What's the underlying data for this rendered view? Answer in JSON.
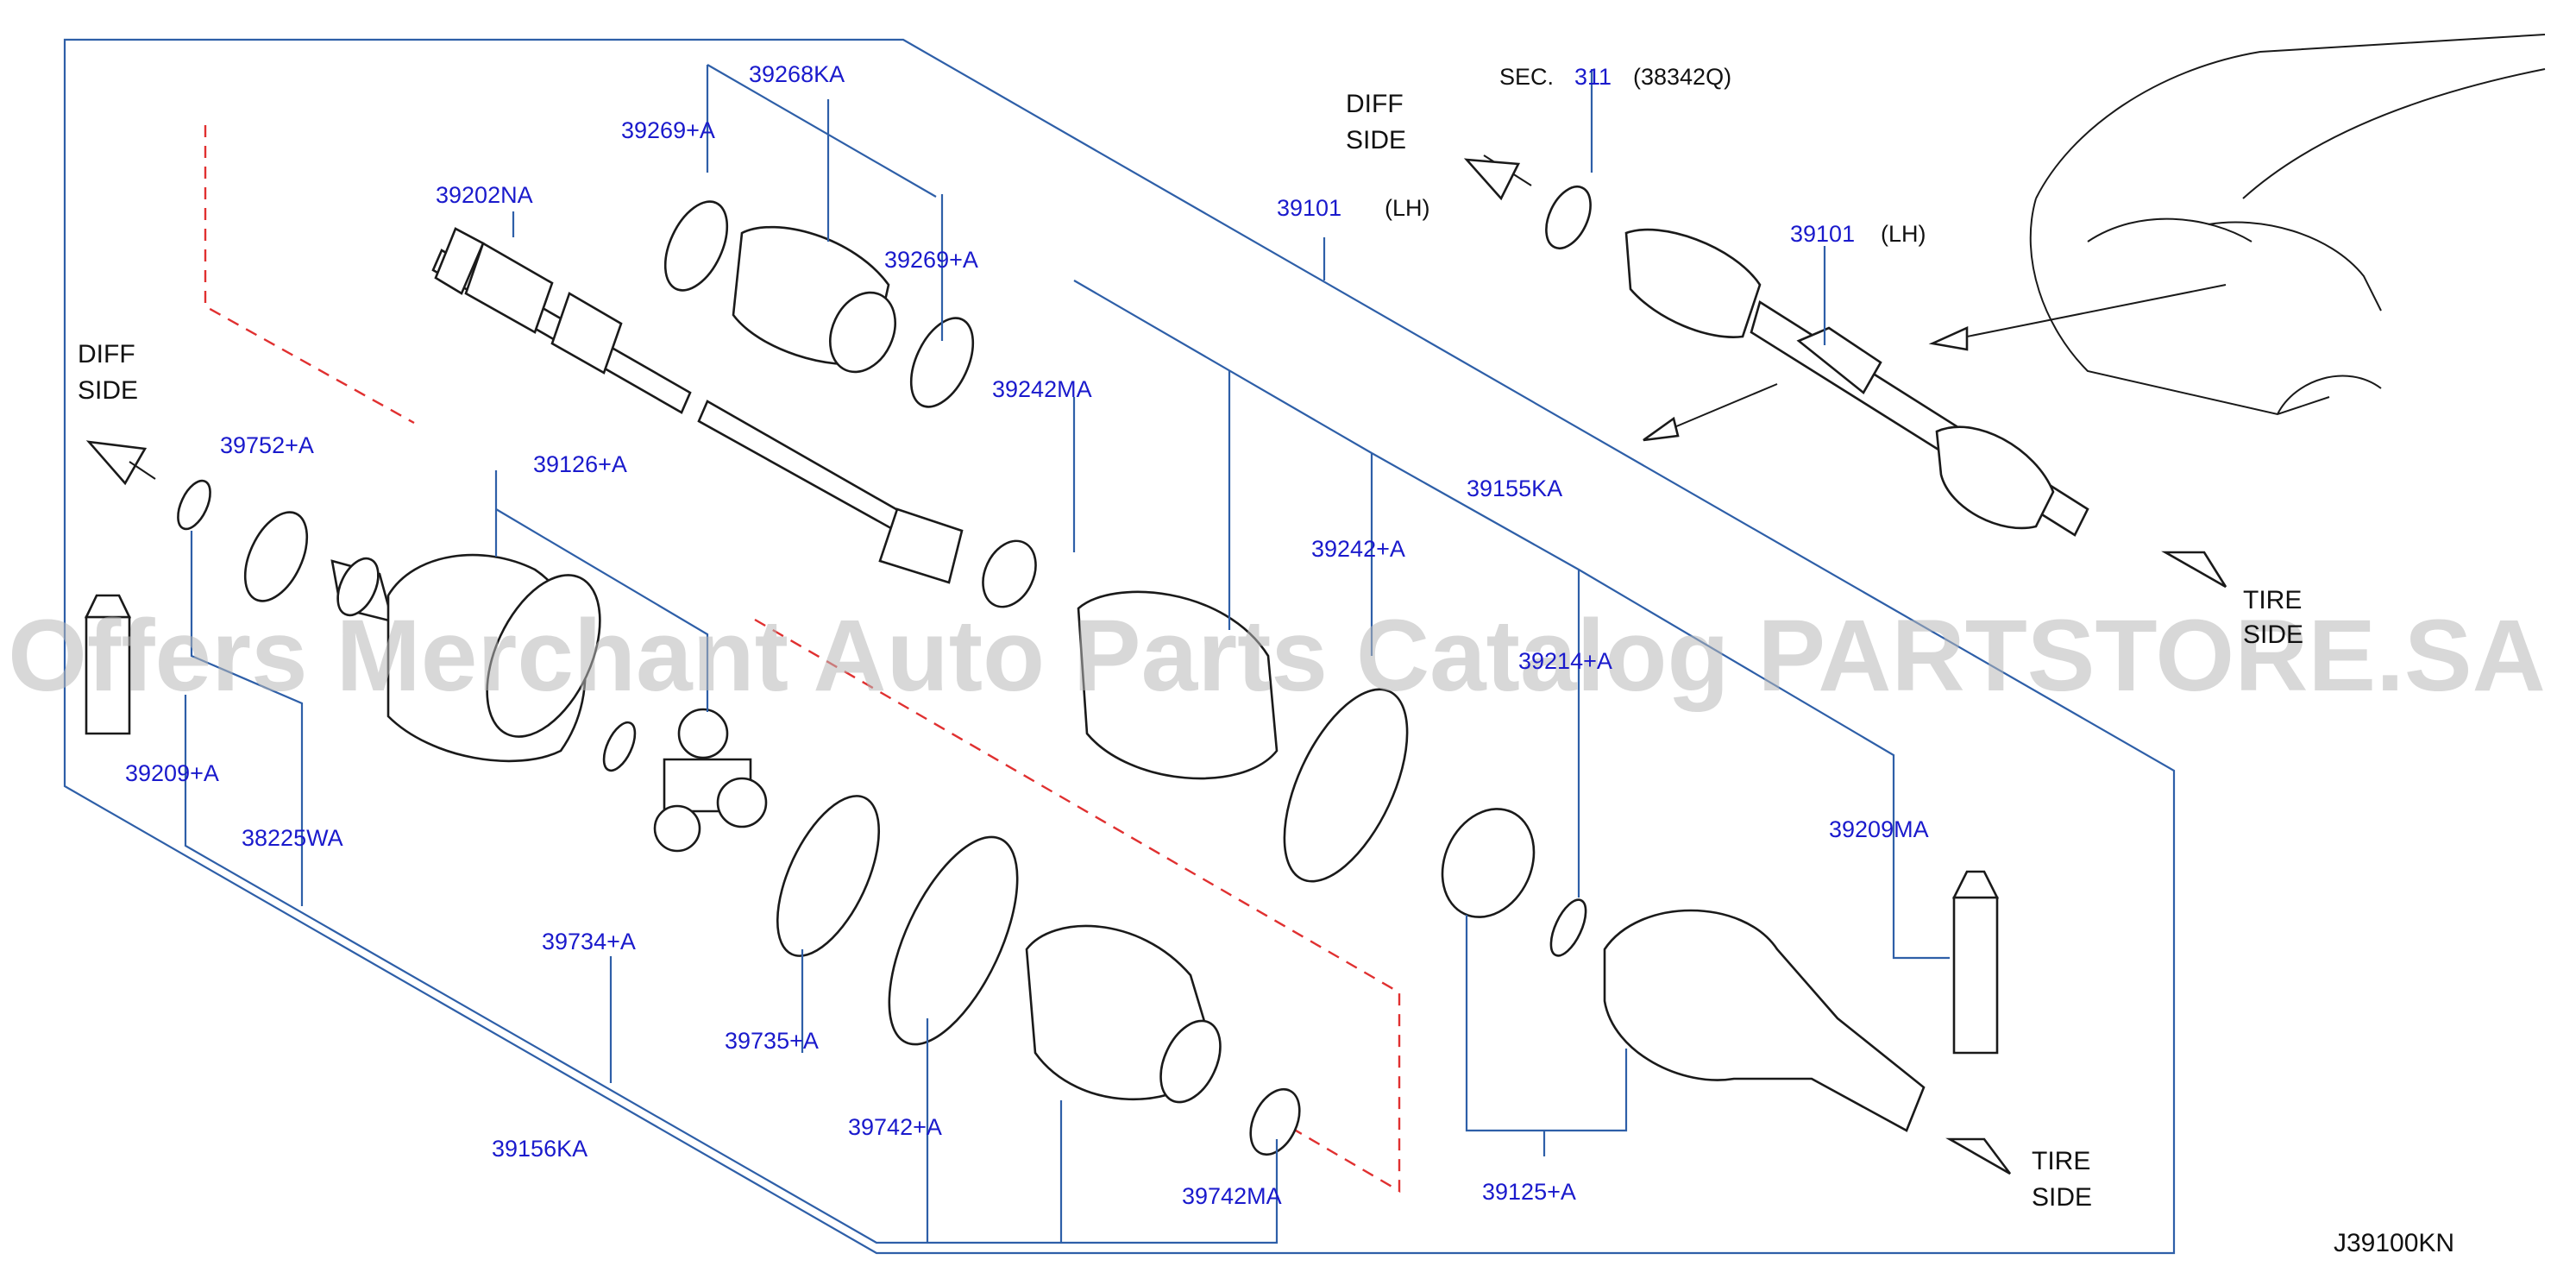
{
  "diagram": {
    "code": "J39100KN",
    "section_ref": {
      "prefix": "SEC.",
      "number": "311",
      "code": "(38342Q)"
    },
    "side_labels": {
      "diff_side_top": [
        "DIFF",
        "SIDE"
      ],
      "diff_side_left": [
        "DIFF",
        "SIDE"
      ],
      "tire_side_top": [
        "TIRE",
        "SIDE"
      ],
      "tire_side_bottom": [
        "TIRE",
        "SIDE"
      ]
    },
    "main_part": {
      "number": "39101",
      "side": "(LH)"
    },
    "assembly_part": {
      "number": "39101",
      "side": "(LH)"
    },
    "parts": {
      "p39268KA": "39268KA",
      "p39269A_top": "39269+A",
      "p39269A_right": "39269+A",
      "p39202NA": "39202NA",
      "p39242MA": "39242MA",
      "p39752A": "39752+A",
      "p39126A": "39126+A",
      "p39242A": "39242+A",
      "p39155KA": "39155KA",
      "p39211A": "39214+A",
      "p39209A": "39209+A",
      "p38225WA": "38225WA",
      "p39734A": "39734+A",
      "p39735A": "39735+A",
      "p39742A": "39742+A",
      "p39742MA": "39742MA",
      "p39156KA": "39156KA",
      "p39125A": "39125+A",
      "p39209MA": "39209MA"
    },
    "watermark": "Offers Merchant Auto Parts Catalog PARTSTORE.SA"
  }
}
